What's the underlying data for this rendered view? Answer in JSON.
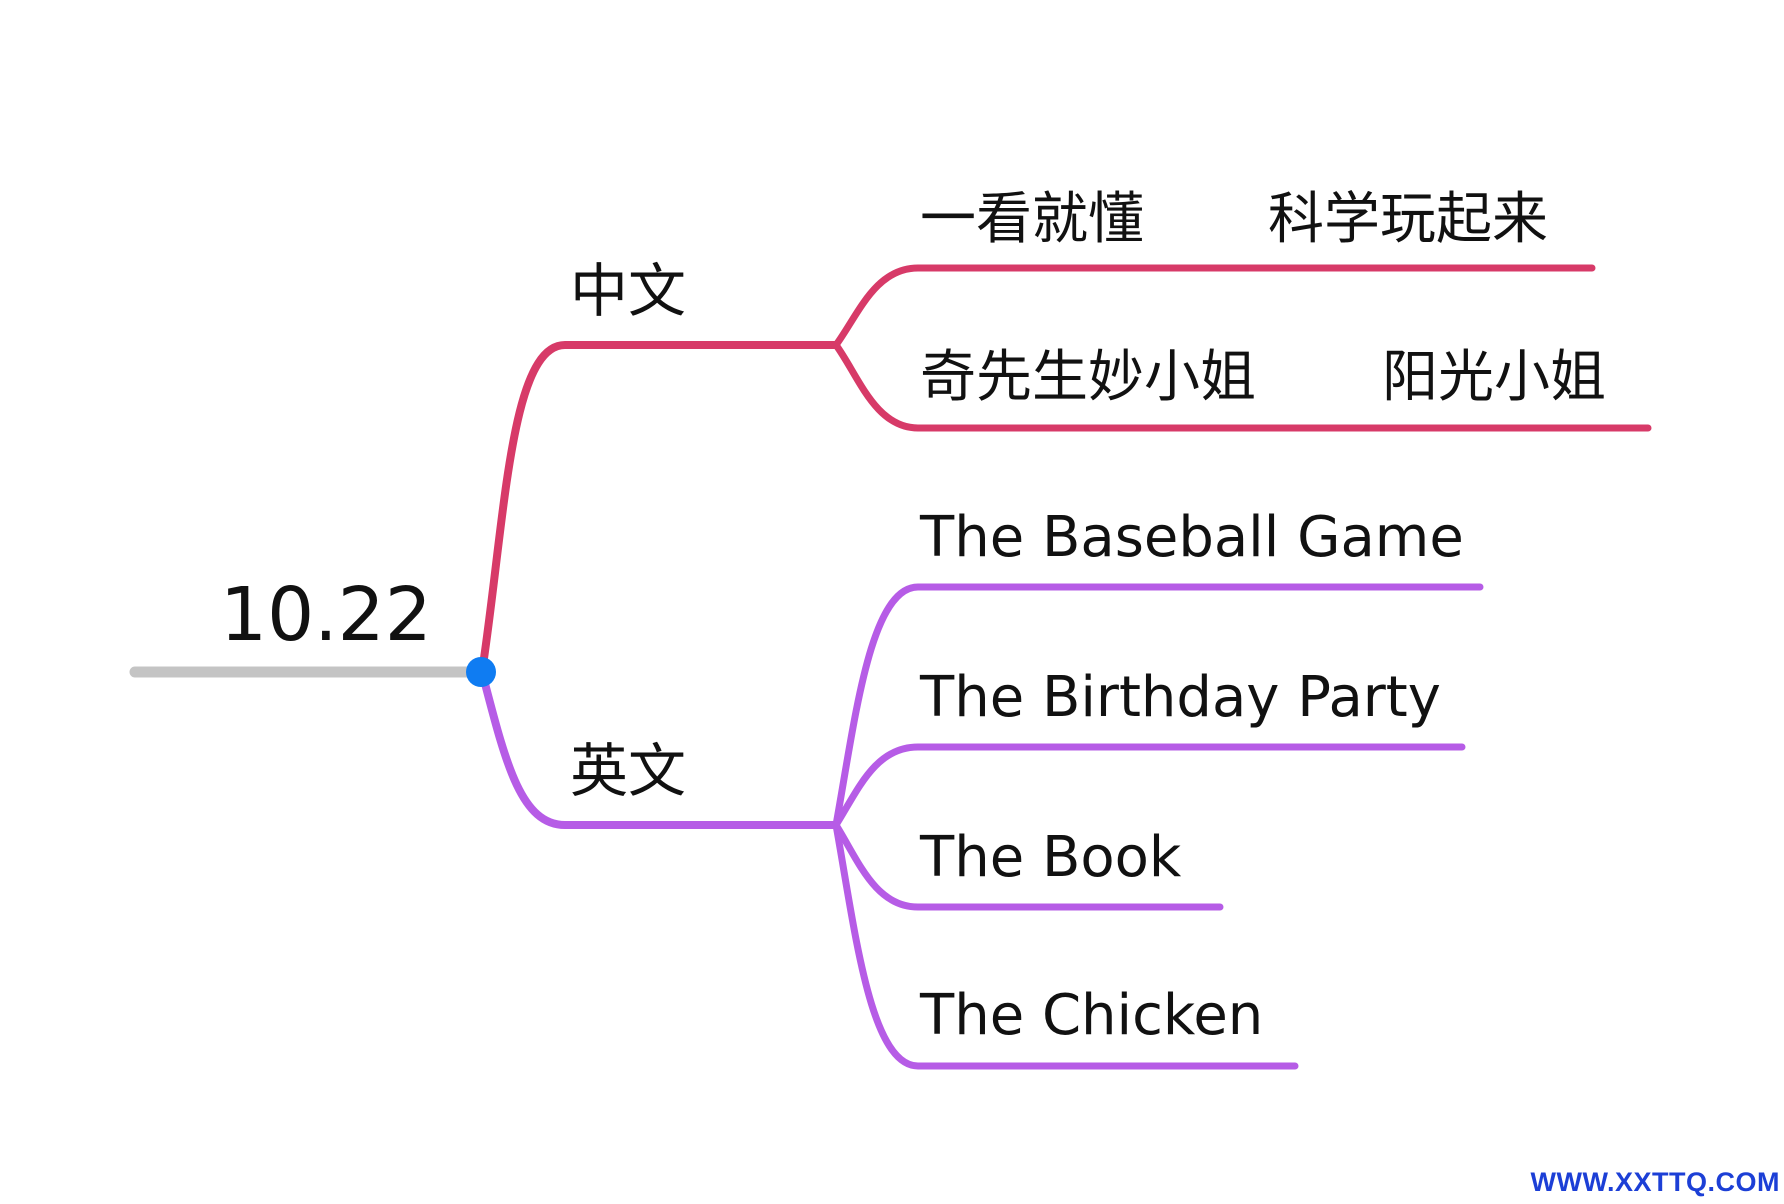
{
  "mindmap": {
    "root": {
      "label": "10.22"
    },
    "branches": [
      {
        "label": "中文",
        "color": "#d73a68",
        "children": [
          {
            "label": "一看就懂",
            "extra": "科学玩起来"
          },
          {
            "label": "奇先生妙小姐",
            "extra": "阳光小姐"
          }
        ]
      },
      {
        "label": "英文",
        "color": "#b65ce6",
        "children": [
          {
            "label": "The Baseball Game"
          },
          {
            "label": "The Birthday Party"
          },
          {
            "label": "The Book"
          },
          {
            "label": "The Chicken"
          }
        ]
      }
    ]
  },
  "colors": {
    "root_line": "#c4c4c4",
    "root_dot": "#0f7cf2",
    "text": "#111111",
    "watermark": "#1c3fd6"
  },
  "watermark": "WWW.XXTTQ.COM"
}
